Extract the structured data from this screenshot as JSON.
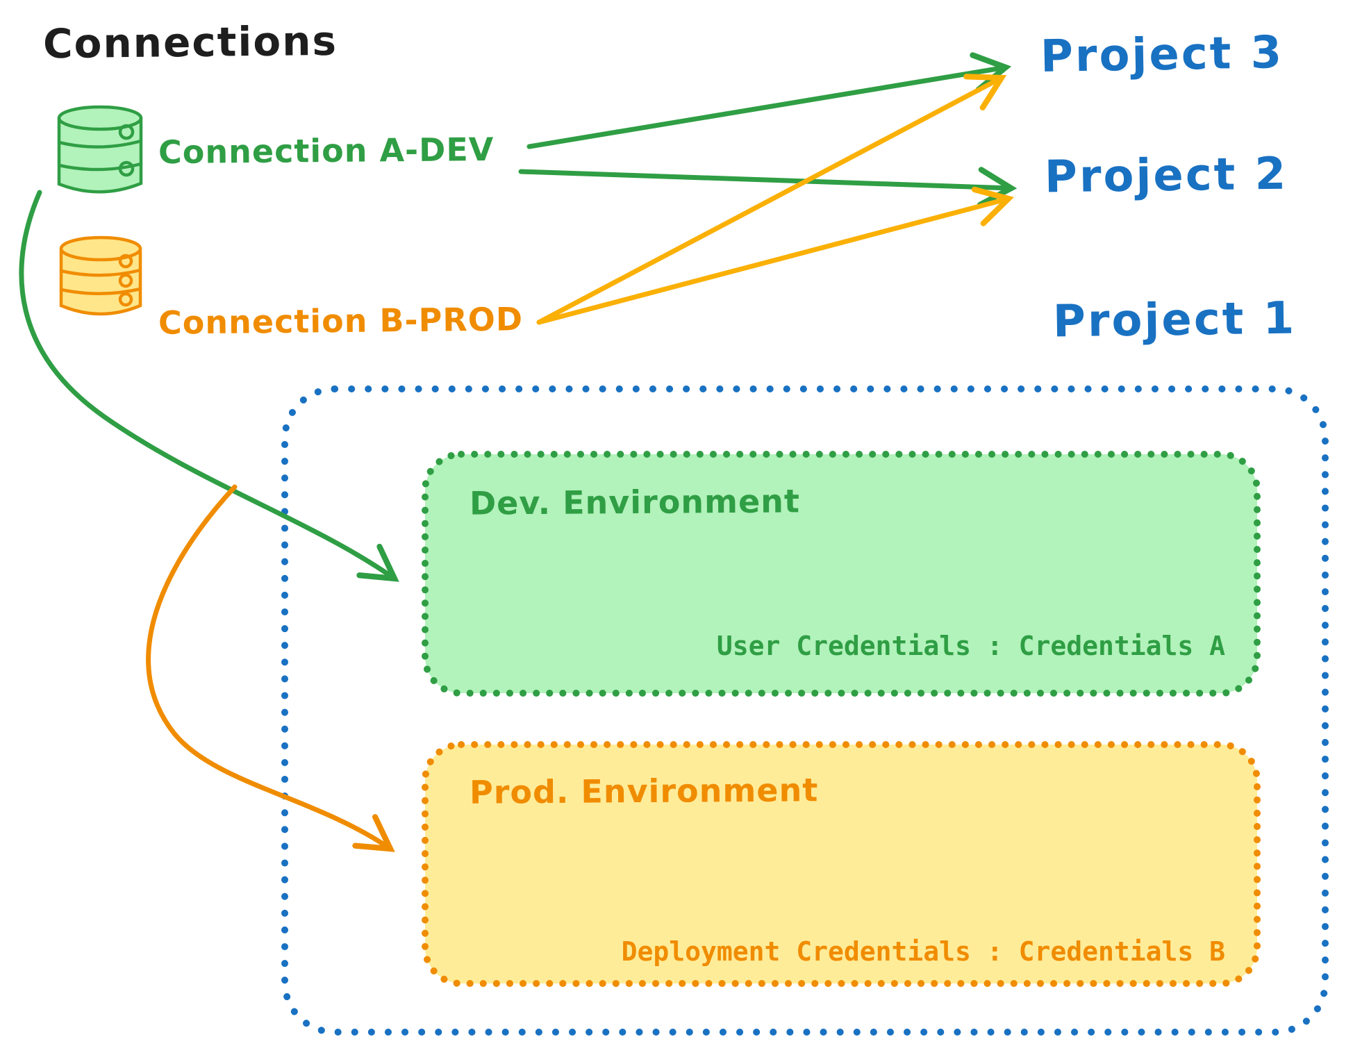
{
  "title": "Connections",
  "connections": [
    {
      "id": "a-dev",
      "label": "Connection A-DEV",
      "color": "#2f9e44"
    },
    {
      "id": "b-prod",
      "label": "Connection B-PROD",
      "color": "#f08c00"
    }
  ],
  "projects": [
    {
      "label": "Project 3"
    },
    {
      "label": "Project 2"
    },
    {
      "label": "Project 1"
    }
  ],
  "project1": {
    "dev_environment": {
      "title": "Dev. Environment",
      "credentials": "User Credentials : Credentials A"
    },
    "prod_environment": {
      "title": "Prod. Environment",
      "credentials": "Deployment Credentials : Credentials B"
    }
  },
  "edges": [
    {
      "from": "Connection A-DEV",
      "to": "Project 3",
      "color": "#2f9e44"
    },
    {
      "from": "Connection A-DEV",
      "to": "Project 2",
      "color": "#2f9e44"
    },
    {
      "from": "Connection A-DEV",
      "to": "Dev. Environment",
      "color": "#2f9e44"
    },
    {
      "from": "Connection B-PROD",
      "to": "Project 3",
      "color": "#fab005"
    },
    {
      "from": "Connection B-PROD",
      "to": "Project 2",
      "color": "#fab005"
    },
    {
      "from": "Connection B-PROD",
      "to": "Prod. Environment",
      "color": "#f08c00"
    }
  ],
  "colors": {
    "text_black": "#1e1e1e",
    "blue": "#1971c2",
    "green": "#2f9e44",
    "green_fill": "#b2f2bb",
    "orange": "#f08c00",
    "orange_fill": "#ffec99",
    "yellow_arrow": "#fab005"
  }
}
